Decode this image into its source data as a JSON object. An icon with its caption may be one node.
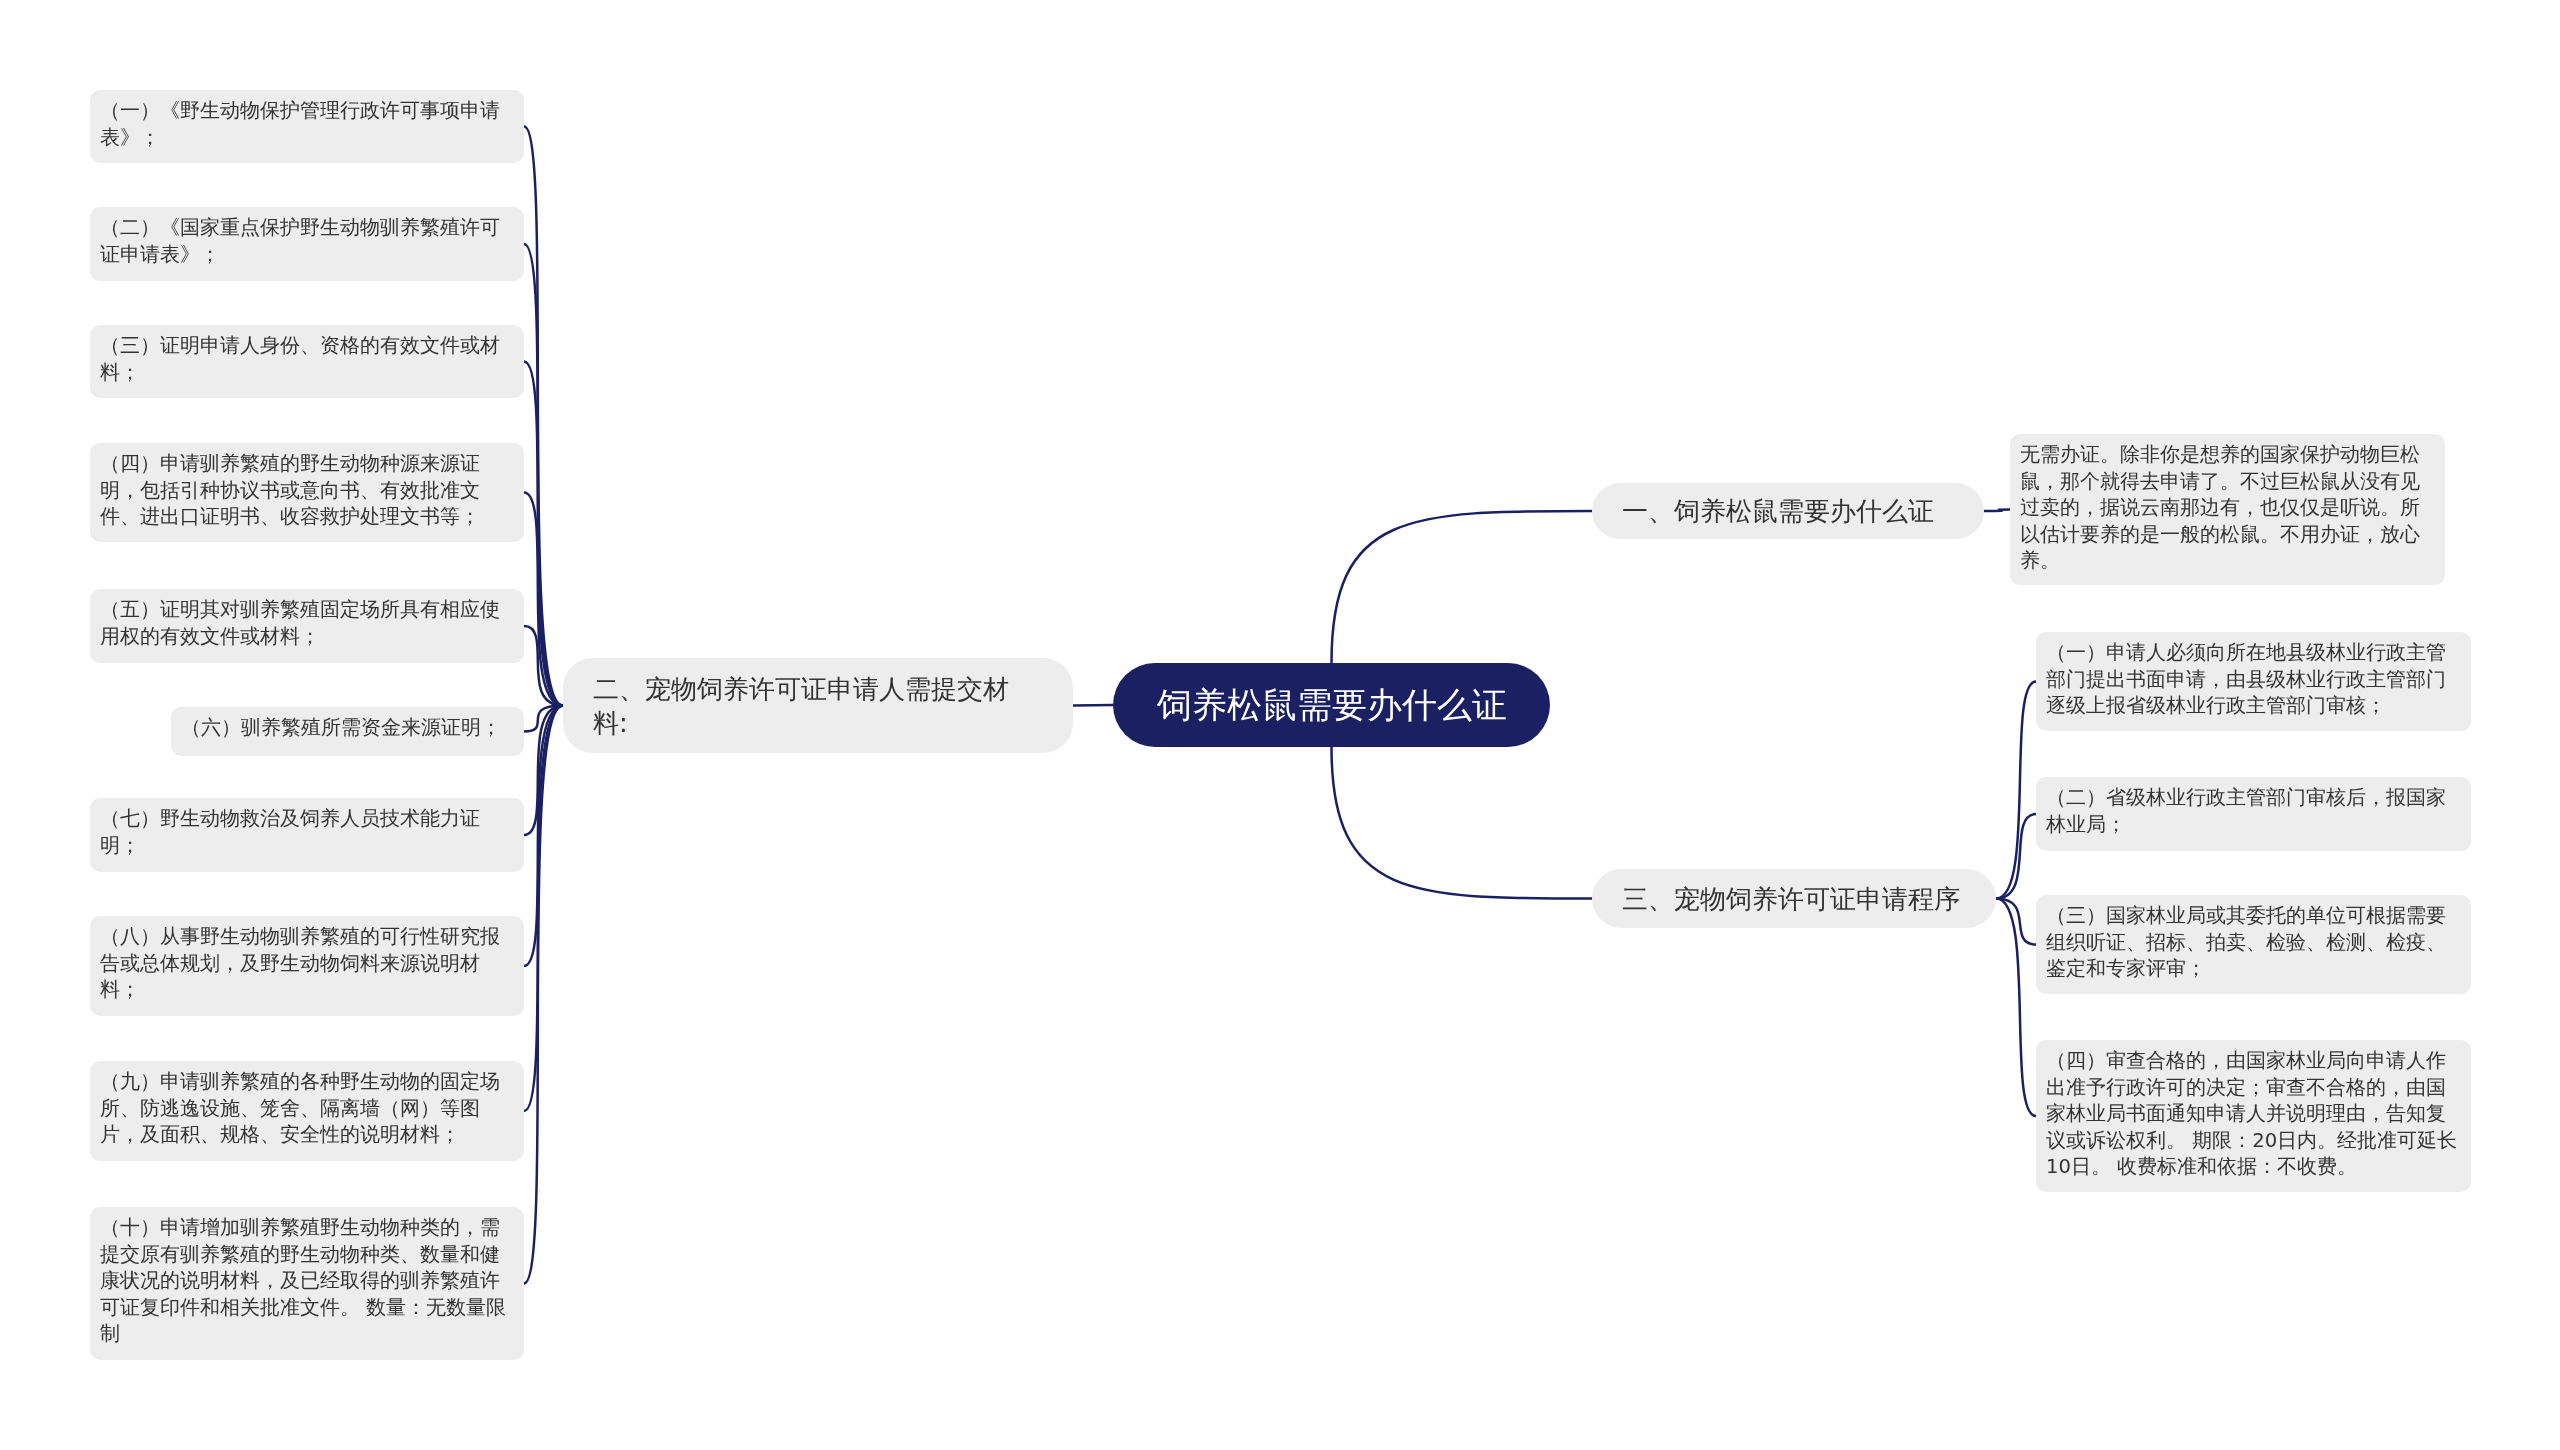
{
  "diagram": {
    "nodes": [
      {
        "text": [
          "饲养松鼠需要办什么证"
        ]
      },
      {
        "text": [
          "一、饲养松鼠需要办什么证"
        ]
      },
      {
        "text": [
          "无需办证。除非你是想养的国家保护动物巨松鼠，那个就得去申请了。不过巨松鼠从没有见过卖的，据说云南那边有，也仅仅是听说。所以估计要养的是一般的松鼠。不用办证，放心养。"
        ]
      },
      {
        "text": [
          "二、宠物饲养许可证申请人需提交材料:"
        ]
      },
      {
        "text": [
          "（一）《野生动物保护管理行政许可事项申请表》；"
        ]
      },
      {
        "text": [
          "（二）《国家重点保护野生动物驯养繁殖许可证申请表》；"
        ]
      },
      {
        "text": [
          "（三）证明申请人身份、资格的有效文件或材料；"
        ]
      },
      {
        "text": [
          "（四）申请驯养繁殖的野生动物种源来源证明，包括引种协议书或意向书、有效批准文件、进出口证明书、收容救护处理文书等；"
        ]
      },
      {
        "text": [
          "（五）证明其对驯养繁殖固定场所具有相应使用权的有效文件或材料；"
        ]
      },
      {
        "text": [
          "（六）驯养繁殖所需资金来源证明；"
        ]
      },
      {
        "text": [
          "（七）野生动物救治及饲养人员技术能力证明；"
        ]
      },
      {
        "text": [
          "（八）从事野生动物驯养繁殖的可行性研究报告或总体规划，及野生动物饲料来源说明材料；"
        ]
      },
      {
        "text": [
          "（九）申请驯养繁殖的各种野生动物的固定场所、防逃逸设施、笼舍、隔离墙（网）等图片，及面积、规格、安全性的说明材料；"
        ]
      },
      {
        "text": [
          "（十）申请增加驯养繁殖野生动物种类的，需提交原有驯养繁殖的野生动物种类、数量和健康状况的说明材料，及已经取得的驯养繁殖许可证复印件和相关批准文件。 数量：无数量限制"
        ]
      },
      {
        "text": [
          "三、宠物饲养许可证申请程序"
        ]
      },
      {
        "text": [
          "（一）申请人必须向所在地县级林业行政主管部门提出书面申请，由县级林业行政主管部门逐级上报省级林业行政主管部门审核；"
        ]
      },
      {
        "text": [
          "（二）省级林业行政主管部门审核后，报国家林业局；"
        ]
      },
      {
        "text": [
          "（三）国家林业局或其委托的单位可根据需要组织听证、招标、拍卖、检验、检测、检疫、鉴定和专家评审；"
        ]
      },
      {
        "text": [
          "（四）审查合格的，由国家林业局向申请人作出准予行政许可的决定；审查不合格的，由国家林业局书面通知申请人并说明理由，告知复议或诉讼权利。 期限：20日内。经批准可延长10日。 收费标准和依据：不收费。"
        ]
      }
    ],
    "edges": [
      {
        "from": 0,
        "to": 1,
        "arrow": "none"
      },
      {
        "from": 1,
        "to": 2,
        "arrow": "none"
      },
      {
        "from": 0,
        "to": 3,
        "arrow": "none"
      },
      {
        "from": 3,
        "to": 4,
        "arrow": "none"
      },
      {
        "from": 3,
        "to": 5,
        "arrow": "none"
      },
      {
        "from": 3,
        "to": 6,
        "arrow": "none"
      },
      {
        "from": 3,
        "to": 7,
        "arrow": "none"
      },
      {
        "from": 3,
        "to": 8,
        "arrow": "none"
      },
      {
        "from": 3,
        "to": 9,
        "arrow": "none"
      },
      {
        "from": 3,
        "to": 10,
        "arrow": "none"
      },
      {
        "from": 3,
        "to": 11,
        "arrow": "none"
      },
      {
        "from": 3,
        "to": 12,
        "arrow": "none"
      },
      {
        "from": 3,
        "to": 13,
        "arrow": "none"
      },
      {
        "from": 0,
        "to": 14,
        "arrow": "none"
      },
      {
        "from": 14,
        "to": 15,
        "arrow": "none"
      },
      {
        "from": 14,
        "to": 16,
        "arrow": "none"
      },
      {
        "from": 14,
        "to": 17,
        "arrow": "none"
      },
      {
        "from": 14,
        "to": 18,
        "arrow": "none"
      }
    ]
  }
}
